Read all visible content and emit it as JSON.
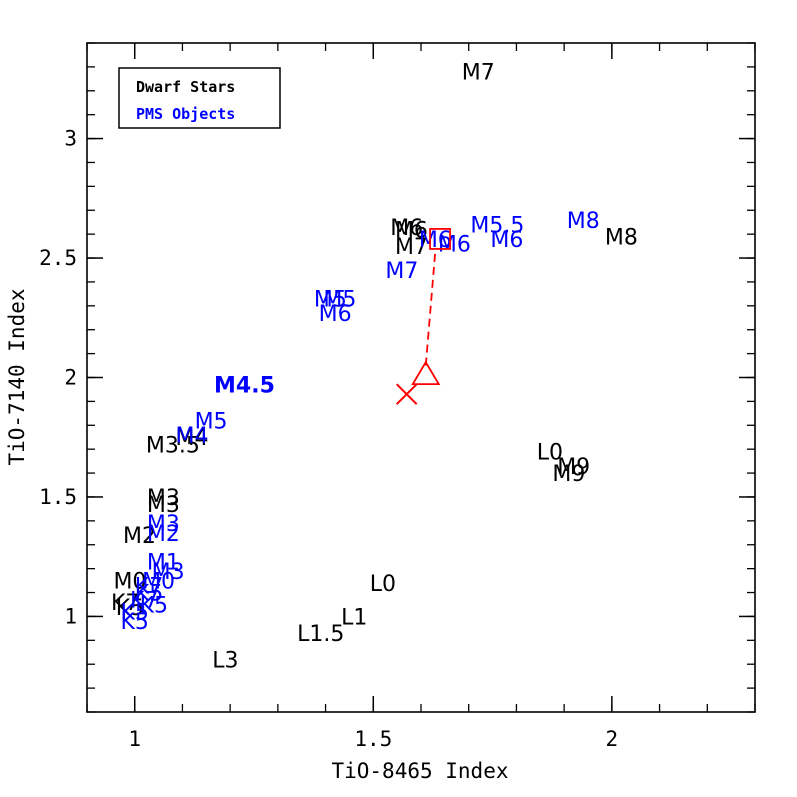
{
  "chart_data": {
    "type": "scatter",
    "title": "",
    "xlabel": "TiO-8465 Index",
    "ylabel": "TiO-7140 Index",
    "xlim": [
      0.9,
      2.3
    ],
    "ylim": [
      0.6,
      3.4
    ],
    "xticks": [
      {
        "value": 1,
        "label": "1"
      },
      {
        "value": 1.5,
        "label": "1.5"
      },
      {
        "value": 2,
        "label": "2"
      }
    ],
    "yticks": [
      {
        "value": 1,
        "label": "1"
      },
      {
        "value": 1.5,
        "label": "1.5"
      },
      {
        "value": 2,
        "label": "2"
      },
      {
        "value": 2.5,
        "label": "2.5"
      },
      {
        "value": 3,
        "label": "3"
      }
    ],
    "legend": {
      "position": "top-left",
      "entries": [
        {
          "label": "Dwarf Stars",
          "color": "#000000"
        },
        {
          "label": "PMS Objects",
          "color": "#0000ff"
        }
      ]
    },
    "series": [
      {
        "name": "Dwarf Stars",
        "color": "#000000",
        "points": [
          {
            "x": 1.72,
            "y": 3.28,
            "label": "M7"
          },
          {
            "x": 1.57,
            "y": 2.63,
            "label": "M6"
          },
          {
            "x": 1.58,
            "y": 2.62,
            "label": "M6"
          },
          {
            "x": 1.58,
            "y": 2.55,
            "label": "M7"
          },
          {
            "x": 2.02,
            "y": 2.59,
            "label": "M8"
          },
          {
            "x": 1.08,
            "y": 1.72,
            "label": "M3.5"
          },
          {
            "x": 1.12,
            "y": 1.75,
            "label": "M4"
          },
          {
            "x": 1.87,
            "y": 1.69,
            "label": "L0"
          },
          {
            "x": 1.92,
            "y": 1.63,
            "label": "M9"
          },
          {
            "x": 1.91,
            "y": 1.6,
            "label": "M9"
          },
          {
            "x": 1.06,
            "y": 1.5,
            "label": "M3"
          },
          {
            "x": 1.06,
            "y": 1.47,
            "label": "M3"
          },
          {
            "x": 1.01,
            "y": 1.34,
            "label": "M2"
          },
          {
            "x": 0.99,
            "y": 1.15,
            "label": "M0"
          },
          {
            "x": 0.98,
            "y": 1.06,
            "label": "K7"
          },
          {
            "x": 0.99,
            "y": 1.04,
            "label": "K5"
          },
          {
            "x": 1.52,
            "y": 1.14,
            "label": "L0"
          },
          {
            "x": 1.46,
            "y": 1.0,
            "label": "L1"
          },
          {
            "x": 1.39,
            "y": 0.93,
            "label": "L1.5"
          },
          {
            "x": 1.19,
            "y": 0.82,
            "label": "L3"
          }
        ]
      },
      {
        "name": "PMS Objects",
        "color": "#0000ff",
        "points": [
          {
            "x": 1.63,
            "y": 2.58,
            "label": "M6"
          },
          {
            "x": 1.67,
            "y": 2.56,
            "label": "M6"
          },
          {
            "x": 1.76,
            "y": 2.64,
            "label": "M5.5"
          },
          {
            "x": 1.78,
            "y": 2.58,
            "label": "M6"
          },
          {
            "x": 1.94,
            "y": 2.66,
            "label": "M8"
          },
          {
            "x": 1.56,
            "y": 2.45,
            "label": "M7"
          },
          {
            "x": 1.41,
            "y": 2.33,
            "label": "M5"
          },
          {
            "x": 1.43,
            "y": 2.33,
            "label": "M5"
          },
          {
            "x": 1.42,
            "y": 2.27,
            "label": "M6"
          },
          {
            "x": 1.23,
            "y": 1.97,
            "label": "M4.5",
            "bold": true
          },
          {
            "x": 1.16,
            "y": 1.82,
            "label": "M5"
          },
          {
            "x": 1.12,
            "y": 1.76,
            "label": "M4"
          },
          {
            "x": 1.06,
            "y": 1.39,
            "label": "M3"
          },
          {
            "x": 1.06,
            "y": 1.35,
            "label": "M2"
          },
          {
            "x": 1.06,
            "y": 1.23,
            "label": "M1"
          },
          {
            "x": 1.07,
            "y": 1.19,
            "label": "M3"
          },
          {
            "x": 1.05,
            "y": 1.15,
            "label": "M0"
          },
          {
            "x": 1.03,
            "y": 1.13,
            "label": "K7"
          },
          {
            "x": 1.03,
            "y": 1.1,
            "label": "K5"
          },
          {
            "x": 1.02,
            "y": 1.07,
            "label": "K7"
          },
          {
            "x": 1.04,
            "y": 1.05,
            "label": "K5"
          },
          {
            "x": 1.0,
            "y": 1.02,
            "label": "K5"
          },
          {
            "x": 1.0,
            "y": 0.98,
            "label": "K5"
          }
        ]
      }
    ],
    "markers": [
      {
        "shape": "square",
        "x": 1.64,
        "y": 2.58,
        "color": "#ff0000"
      },
      {
        "shape": "triangle",
        "x": 1.61,
        "y": 2.01,
        "color": "#ff0000"
      },
      {
        "shape": "cross",
        "x": 1.57,
        "y": 1.93,
        "color": "#ff0000"
      }
    ],
    "connector": {
      "from": [
        1.61,
        2.05
      ],
      "to": [
        1.63,
        2.53
      ],
      "style": "dashed",
      "color": "#ff0000"
    }
  }
}
